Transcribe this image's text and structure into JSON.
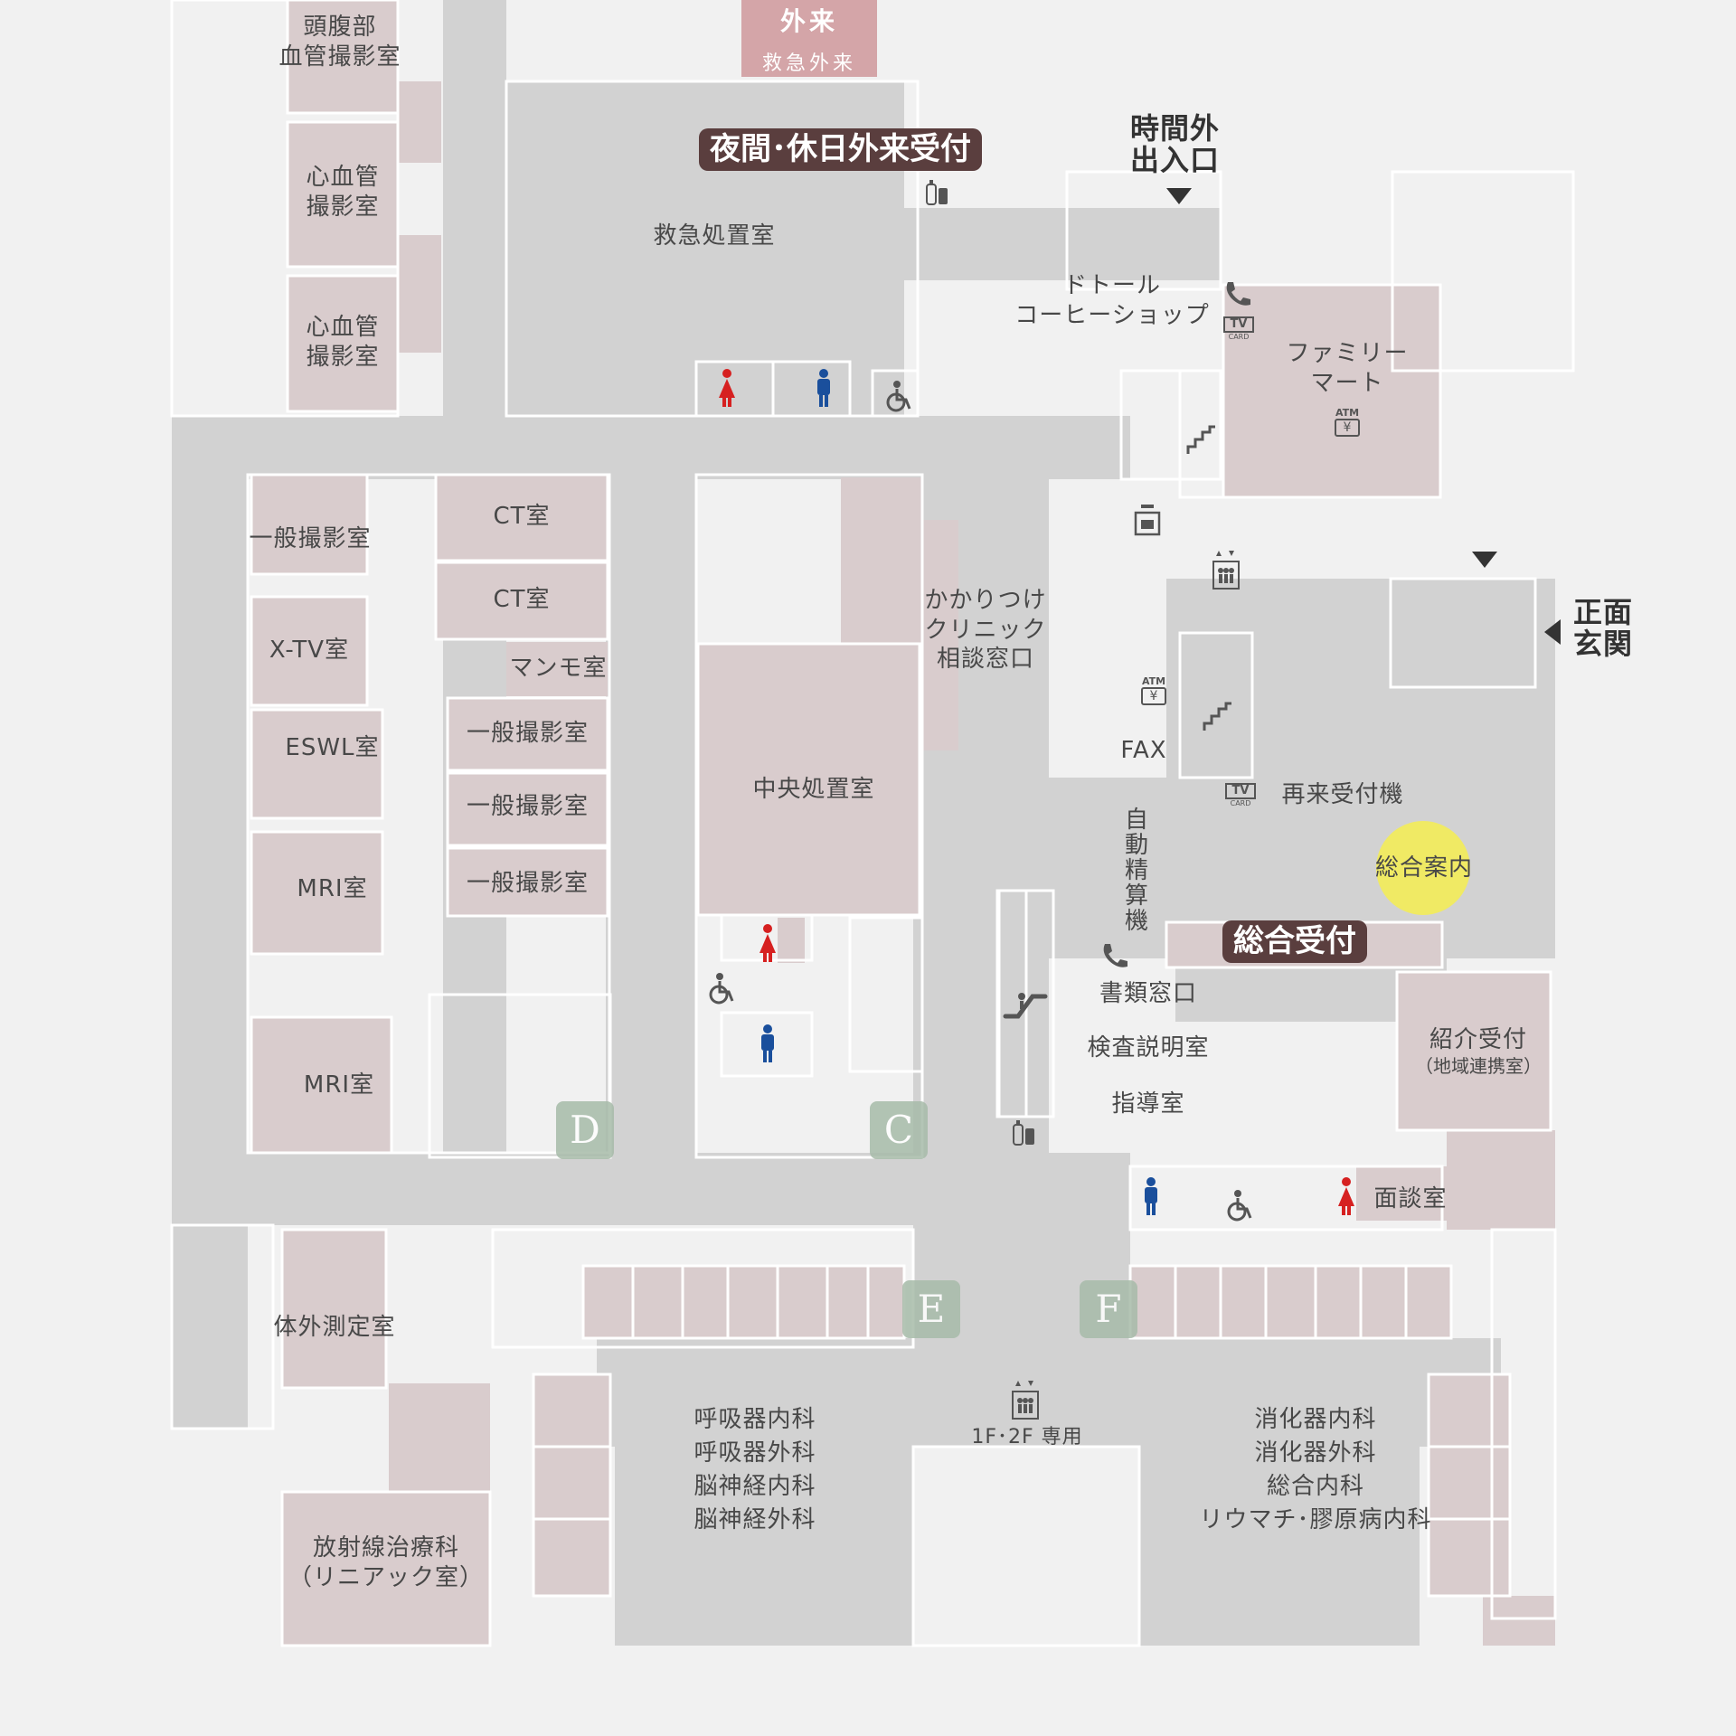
{
  "colors": {
    "background": "#f1f1f1",
    "corridor": "#d2d2d2",
    "room": "#d9cccd",
    "label_dark": "#5a3e3e",
    "emergency_header": "#d4a5a8",
    "info_highlight": "#f0ea64",
    "gate": "#a7bba9",
    "female": "#d62020",
    "male": "#1a4f9c"
  },
  "header": {
    "emergency_title": "外来",
    "emergency_sub": "救急外来"
  },
  "reception_banners": {
    "night": "夜間･休日外来受付",
    "main": "総合受付"
  },
  "entrances": {
    "after_hours": "時間外\n出入口",
    "main": "正面\n玄関"
  },
  "rooms": {
    "head_angio": "頭腹部\n血管撮影室",
    "cardio1": "心血管\n撮影室",
    "cardio2": "心血管\n撮影室",
    "er_treatment": "救急処置室",
    "coffee": "ドトール\nコーヒーショップ",
    "family_mart": "ファミリー\nマート",
    "general_xray_left": "一般撮影室",
    "ct1": "CT室",
    "ct2": "CT室",
    "mammo": "マンモ室",
    "xtv": "X-TV室",
    "eswl": "ESWL室",
    "general_xray1": "一般撮影室",
    "general_xray2": "一般撮影室",
    "general_xray3": "一般撮影室",
    "mri1": "MRI室",
    "mri2": "MRI室",
    "clinic_consult": "かかりつけ\nクリニック\n相談窓口",
    "central_treatment": "中央処置室",
    "fax": "FAX",
    "revisit_machine": "再来受付機",
    "auto_payment": "自\n動\n精\n算\n機",
    "info_desk": "総合案内",
    "documents": "書類窓口",
    "exam_explain": "検査説明室",
    "guidance": "指導室",
    "referral": "紹介受付",
    "referral_sub": "（地域連携室）",
    "interview": "面談室",
    "body_measure": "体外測定室",
    "radiation": "放射線治療科\n（リニアック室）",
    "respiratory": "呼吸器内科\n呼吸器外科\n脳神経内科\n脳神経外科",
    "digestive": "消化器内科\n消化器外科\n総合内科\nリウマチ･膠原病内科",
    "elevator_note": "1F･2F 専用"
  },
  "gates": [
    "D",
    "C",
    "E",
    "F"
  ],
  "icons": {
    "atm_label": "ATM",
    "tv_label": "TV",
    "card_label": "CARD",
    "yen": "¥"
  },
  "legend_icons": [
    "female-restroom-icon",
    "male-restroom-icon",
    "wheelchair-restroom-icon",
    "phone-icon",
    "tv-card-icon",
    "atm-icon",
    "stairs-icon",
    "elevator-icon",
    "escalator-icon",
    "aed-icon",
    "coin-locker-icon",
    "entrance-arrow-icon"
  ]
}
